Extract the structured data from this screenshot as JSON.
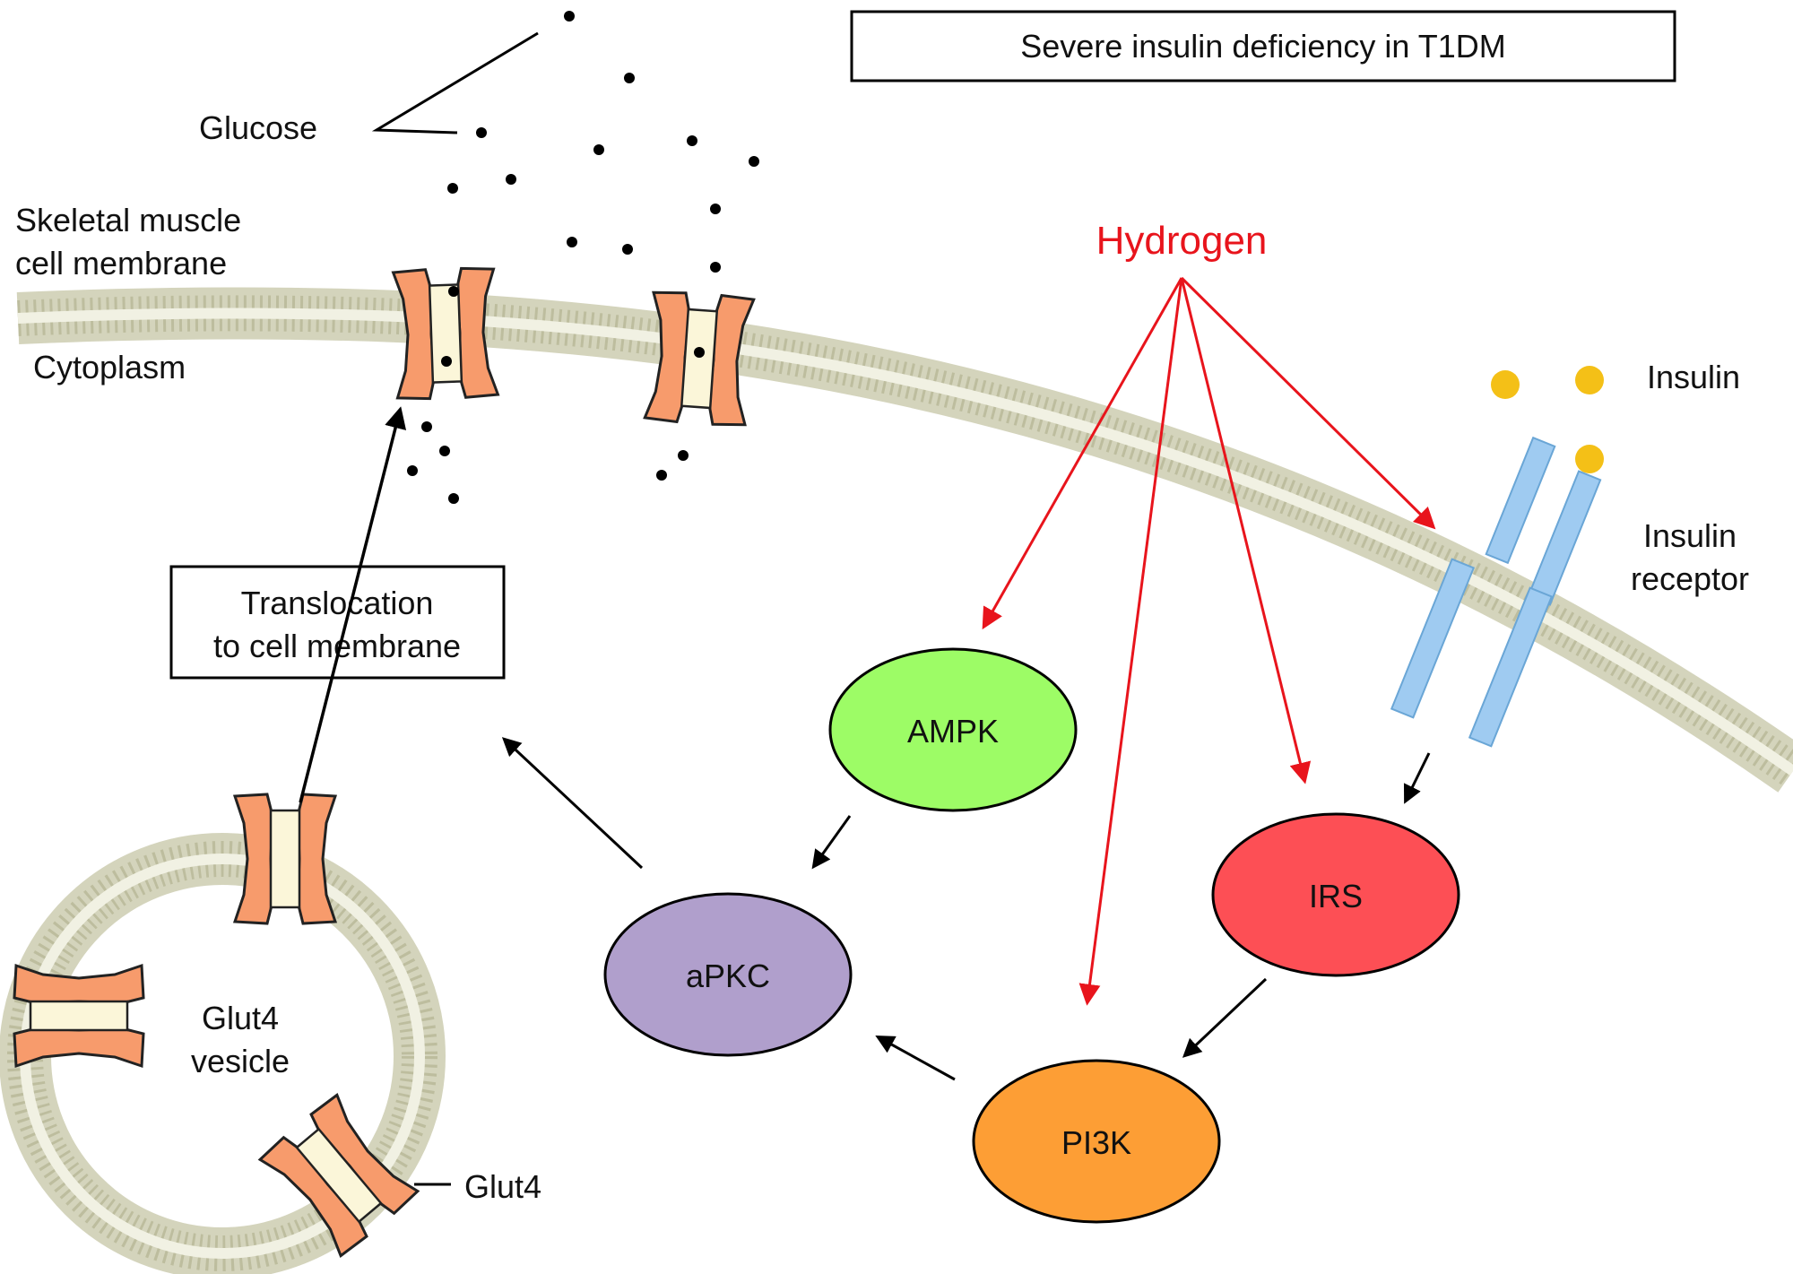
{
  "title": "Severe insulin deficiency in T1DM",
  "labels": {
    "glucose": "Glucose",
    "membrane_line1": "Skeletal muscle",
    "membrane_line2": "cell membrane",
    "cytoplasm": "Cytoplasm",
    "hydrogen": "Hydrogen",
    "insulin": "Insulin",
    "receptor_line1": "Insulin",
    "receptor_line2": "receptor",
    "translocation_line1": "Translocation",
    "translocation_line2": "to cell membrane",
    "vesicle_line1": "Glut4",
    "vesicle_line2": "vesicle",
    "glut4": "Glut4"
  },
  "nodes": {
    "ampk": "AMPK",
    "apkc": "aPKC",
    "irs": "IRS",
    "pi3k": "PI3K"
  },
  "colors": {
    "hydrogen_arrow": "#e8141c",
    "ampk": "#9dfc66",
    "apkc": "#b09fcc",
    "irs": "#fd4f55",
    "pi3k": "#fd9e35",
    "transporter": "#f79b6c",
    "receptor": "#9fcbf1",
    "insulin": "#f4c017",
    "membrane": "#cdcdb3"
  }
}
